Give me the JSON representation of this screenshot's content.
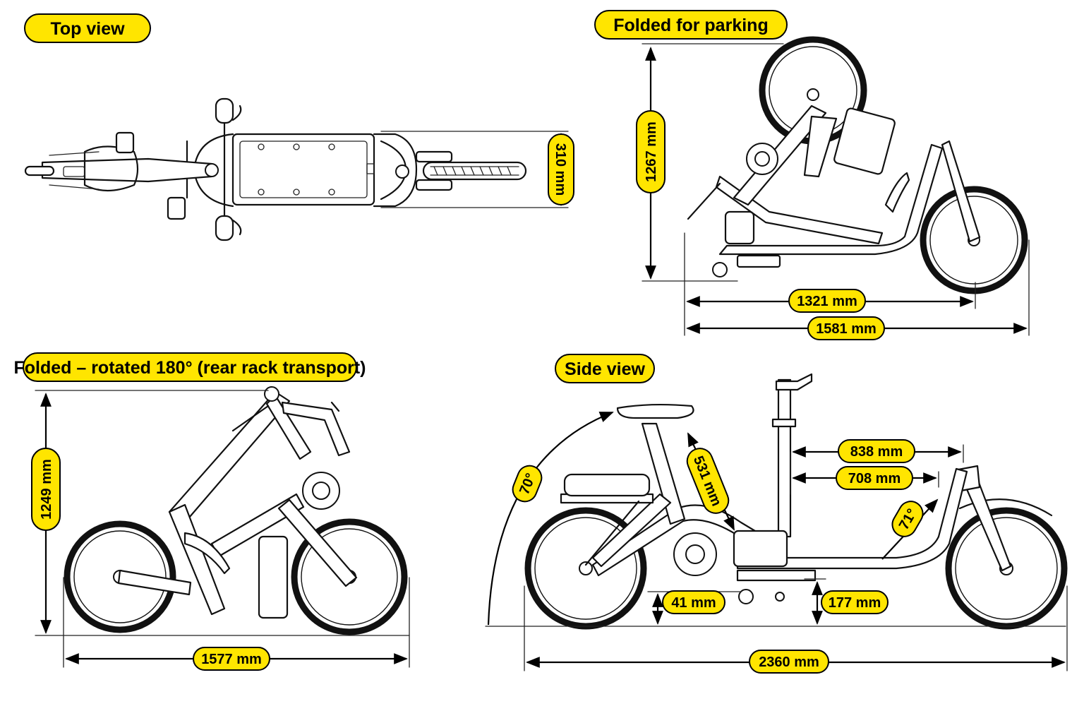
{
  "colors": {
    "badge": "#FFE500",
    "outline": "#111111"
  },
  "views": {
    "top": {
      "title": "Top view",
      "width": "310 mm"
    },
    "parking": {
      "title": "Folded for parking",
      "height": "1267 mm",
      "inner_length": "1321 mm",
      "outer_length": "1581 mm"
    },
    "rotated": {
      "title": "Folded – rotated 180° (rear rack transport)",
      "height": "1249 mm",
      "length": "1577 mm"
    },
    "side": {
      "title": "Side view",
      "seat_angle": "70°",
      "head_angle": "71°",
      "seat_tube": "531 mm",
      "reach_long": "838 mm",
      "reach_short": "708 mm",
      "clearance_low": "41 mm",
      "clearance_high": "177 mm",
      "length": "2360 mm"
    }
  }
}
